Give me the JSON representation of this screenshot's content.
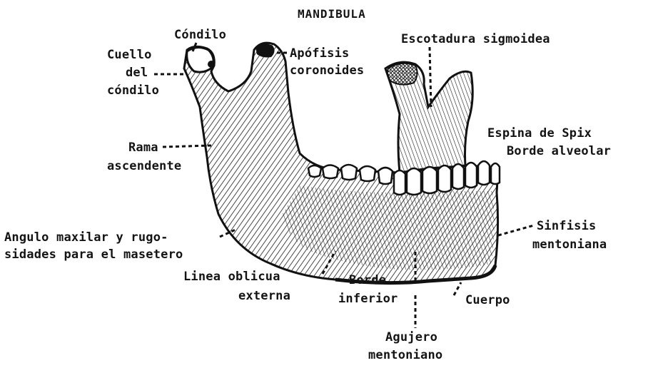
{
  "title": "MANDIBULA",
  "labels": {
    "condilo": "Cóndilo",
    "cuello_1": "Cuello",
    "cuello_2": "del",
    "cuello_3": "cóndilo",
    "apofisis_1": "Apófisis",
    "apofisis_2": "coronoides",
    "escotadura": "Escotadura sigmoidea",
    "espina": "Espina de Spix",
    "borde_alveolar": "Borde alveolar",
    "rama_1": "Rama",
    "rama_2": "ascendente",
    "angulo_1": "Angulo maxilar y rugo-",
    "angulo_2": "sidades para el masetero",
    "sinfisis_1": "Sinfisis",
    "sinfisis_2": "mentoniana",
    "linea_1": "Linea oblicua",
    "linea_2": "externa",
    "borde_inf_1": "Borde",
    "borde_inf_2": "inferior",
    "cuerpo": "Cuerpo",
    "agujero_1": "Agujero",
    "agujero_2": "mentoniano"
  },
  "colors": {
    "ink": "#141414",
    "bone": "#f2f2f2"
  }
}
